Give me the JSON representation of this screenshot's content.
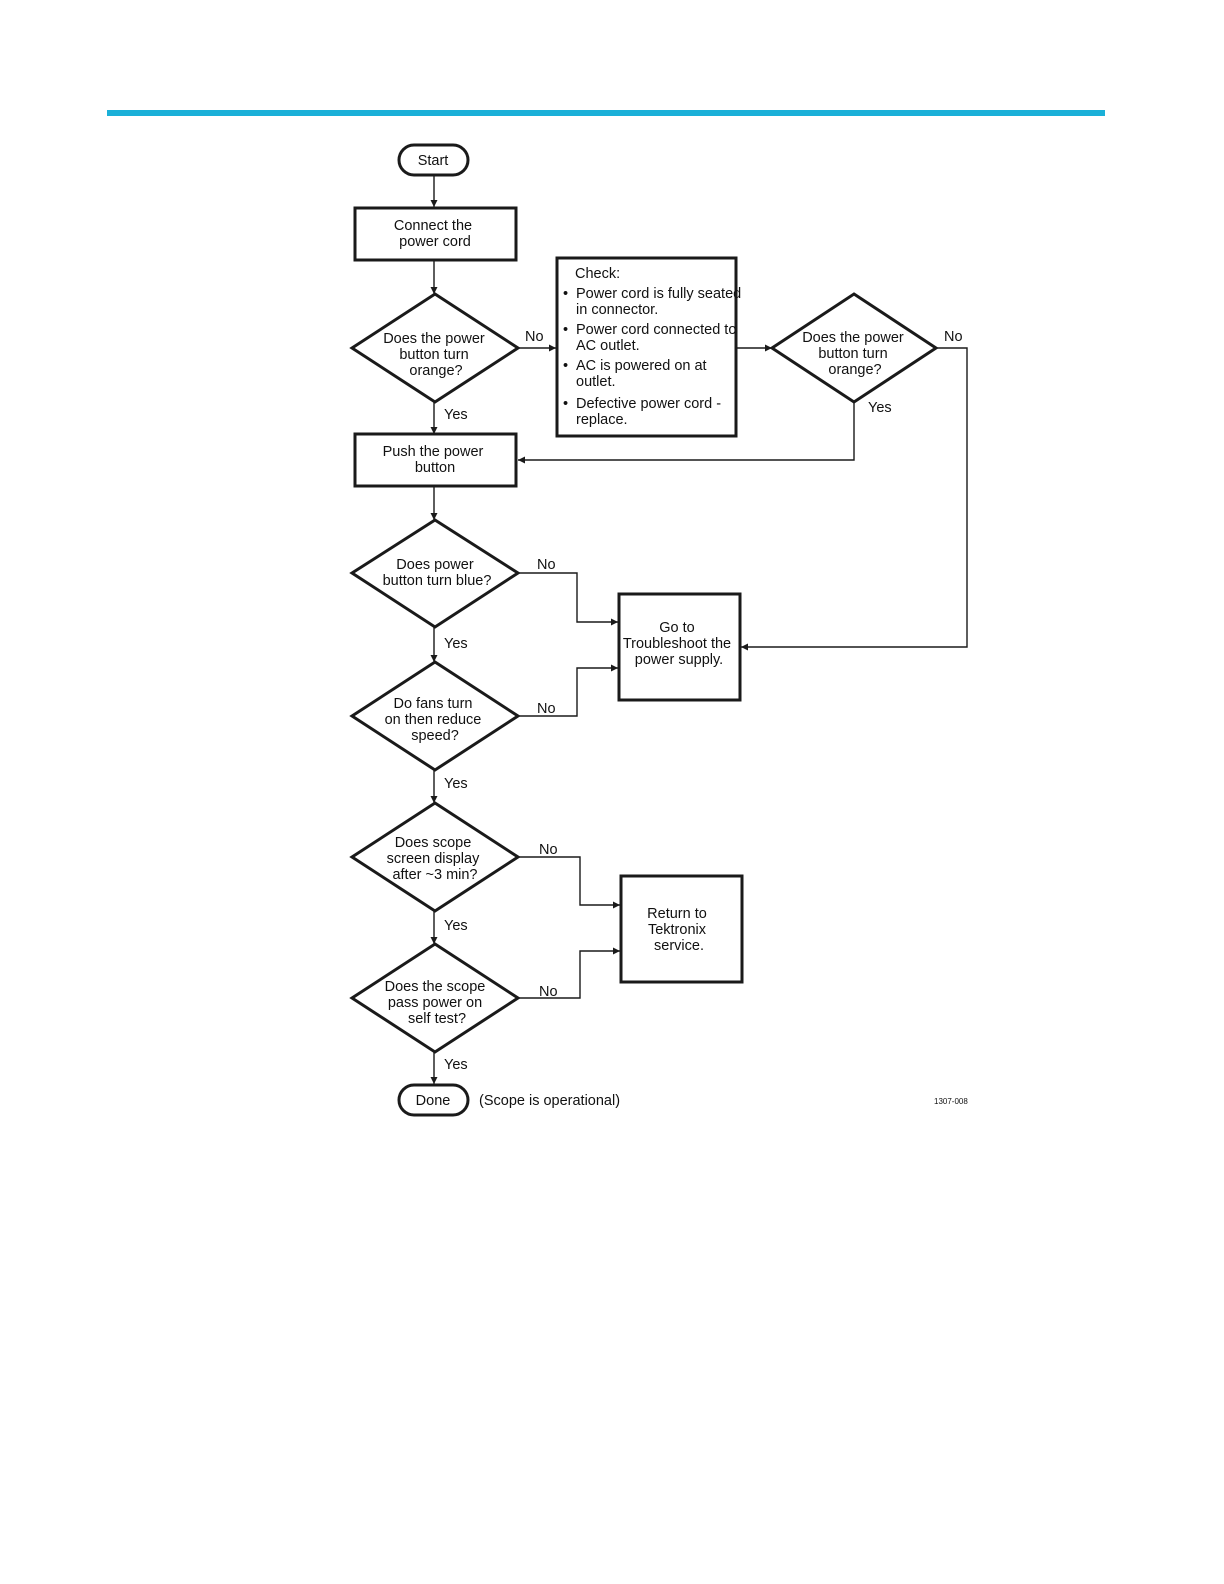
{
  "theme": {
    "rule_color": "#1ab0d8",
    "ink": "#1a1a1a"
  },
  "flowchart": {
    "start": "Start",
    "connect": [
      "Connect the",
      "power cord"
    ],
    "q_orange": [
      "Does the power",
      "button turn",
      "orange?"
    ],
    "check_title": "Check:",
    "check_items": [
      [
        "Power cord is fully seated",
        "in connector."
      ],
      [
        "Power cord connected to",
        "AC outlet."
      ],
      [
        "AC is powered on at",
        "outlet."
      ],
      [
        "Defective power cord -",
        "replace."
      ]
    ],
    "q_orange2": [
      "Does the power",
      "button turn",
      "orange?"
    ],
    "push": [
      "Push the power",
      "button"
    ],
    "q_blue": [
      "Does power",
      "button turn blue?"
    ],
    "troubleshoot": [
      "Go to",
      "Troubleshoot the",
      "power supply."
    ],
    "q_fans": [
      "Do fans turn",
      "on then reduce",
      "speed?"
    ],
    "q_screen": [
      "Does scope",
      "screen display",
      "after ~3 min?"
    ],
    "return_service": [
      "Return to",
      "Tektronix",
      "service."
    ],
    "q_selftest": [
      "Does the scope",
      "pass power on",
      "self test?"
    ],
    "done": "Done",
    "done_note": "(Scope is operational)",
    "figure_id": "1307-008",
    "yes": "Yes",
    "no": "No"
  }
}
